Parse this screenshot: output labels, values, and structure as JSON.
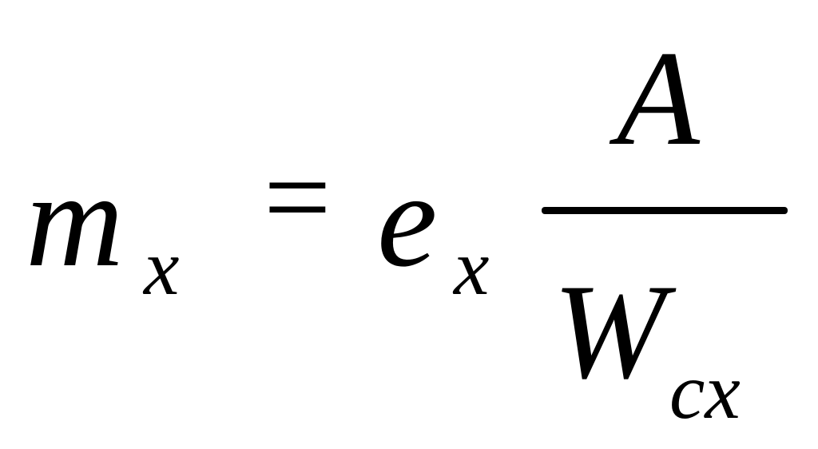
{
  "formula": {
    "lhs": {
      "base": "m",
      "subscript": "x"
    },
    "equals": "=",
    "rhs": {
      "coefficient": {
        "base": "e",
        "subscript": "x"
      },
      "fraction": {
        "numerator": "A",
        "denominator": {
          "base": "W",
          "subscript": "cx"
        }
      }
    }
  }
}
